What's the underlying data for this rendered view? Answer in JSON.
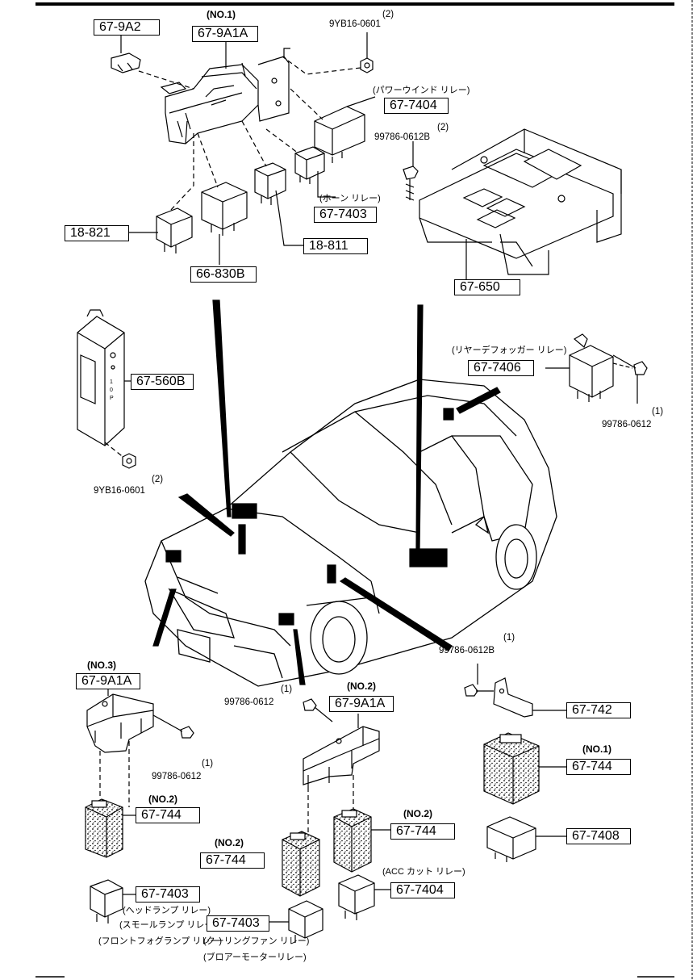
{
  "part_numbers": {
    "p_67_9a2": "67-9A2",
    "p_67_9a1a_no1": "67-9A1A",
    "p_67_7404_pw": "67-7404",
    "p_67_7403_horn": "67-7403",
    "p_18_821": "18-821",
    "p_18_811": "18-811",
    "p_66_830b": "66-830B",
    "p_67_650": "67-650",
    "p_67_560b": "67-560B",
    "p_67_7406": "67-7406",
    "p_67_9a1a_no3": "67-9A1A",
    "p_67_744_no2_left": "67-744",
    "p_67_7403_head": "67-7403",
    "p_67_9a1a_no2": "67-9A1A",
    "p_67_744_no2_mid": "67-744",
    "p_67_744_no2_right": "67-744",
    "p_67_7403_cool": "67-7403",
    "p_67_7404_acc": "67-7404",
    "p_67_742": "67-742",
    "p_67_744_no1": "67-744",
    "p_67_7408": "67-7408"
  },
  "notes": {
    "no1_top": "(NO.1)",
    "no3": "(NO.3)",
    "no2_left": "(NO.2)",
    "no2_center": "(NO.2)",
    "no2_mid": "(NO.2)",
    "no2_right": "(NO.2)",
    "no1_right": "(NO.1)"
  },
  "fasteners": {
    "nut_top": "9YB16-0601",
    "nut_top_qty": "(2)",
    "bolt_top": "99786-0612B",
    "bolt_top_qty": "(2)",
    "nut_left": "9YB16-0601",
    "nut_left_qty": "(2)",
    "bolt_rear_defog": "99786-0612",
    "bolt_rear_defog_qty": "(1)",
    "bolt_67742": "99786-0612B",
    "bolt_67742_qty": "(1)",
    "bolt_no2": "99786-0612",
    "bolt_no2_qty": "(1)",
    "bolt_no3": "99786-0612",
    "bolt_no3_qty": "(1)"
  },
  "relay_names": {
    "power_window": "(パワーウインド リレー)",
    "horn": "(ホーン リレー)",
    "rear_defogger": "(リヤーデフォッガー リレー)",
    "acc_cut": "(ACC カット リレー)",
    "headlamp": "(ヘッドランプ リレー)",
    "small_lamp": "(スモールランプ リレー)",
    "front_fog": "(フロントフォグランプ リレー)",
    "cooling_fan": "(クーリングファン リレー)",
    "blower_motor": "(ブロアーモーターリレー)"
  }
}
